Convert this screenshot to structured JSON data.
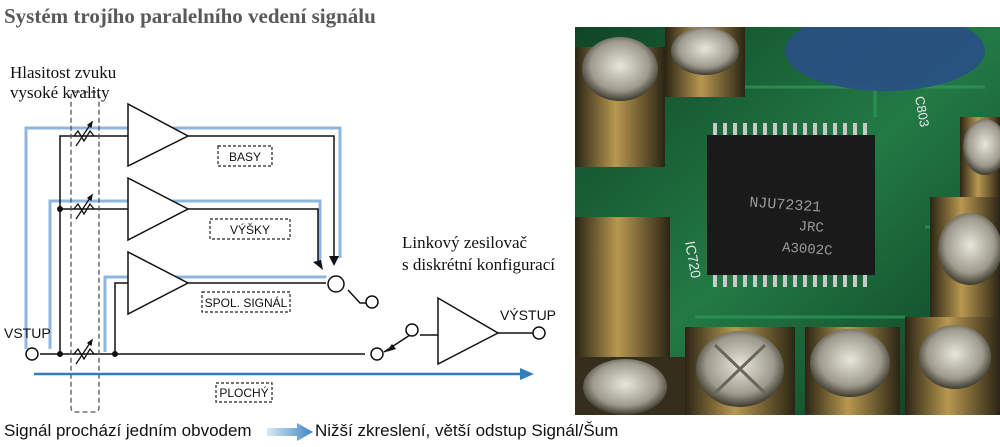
{
  "title": "Systém trojího paralelního vedení signálu",
  "labels": {
    "quality_line1": "Hlasitost zvuku",
    "quality_line2": "vysoké kvality",
    "basy": "BASY",
    "vysky": "VÝŠKY",
    "spol_signal": "SPOL. SIGNÁL",
    "plochy": "PLOCHÝ",
    "vstup": "VSTUP",
    "vystup": "VÝSTUP",
    "amp_line1": "Linkový zesilovač",
    "amp_line2": "s diskrétní konfigurací"
  },
  "chip": {
    "line1": "NJU72321",
    "line2": "JRC",
    "line3": "A3002C",
    "ic_label": "IC720",
    "board_label": "C803"
  },
  "footer": {
    "left": "Signál prochází jedním obvodem",
    "right": "Nižší zkreslení, větší odstup Signál/Šum"
  },
  "colors": {
    "signal_path": "#8fb6df",
    "arrow": "#2f7fbf",
    "pcb": "#1d6e3c"
  }
}
